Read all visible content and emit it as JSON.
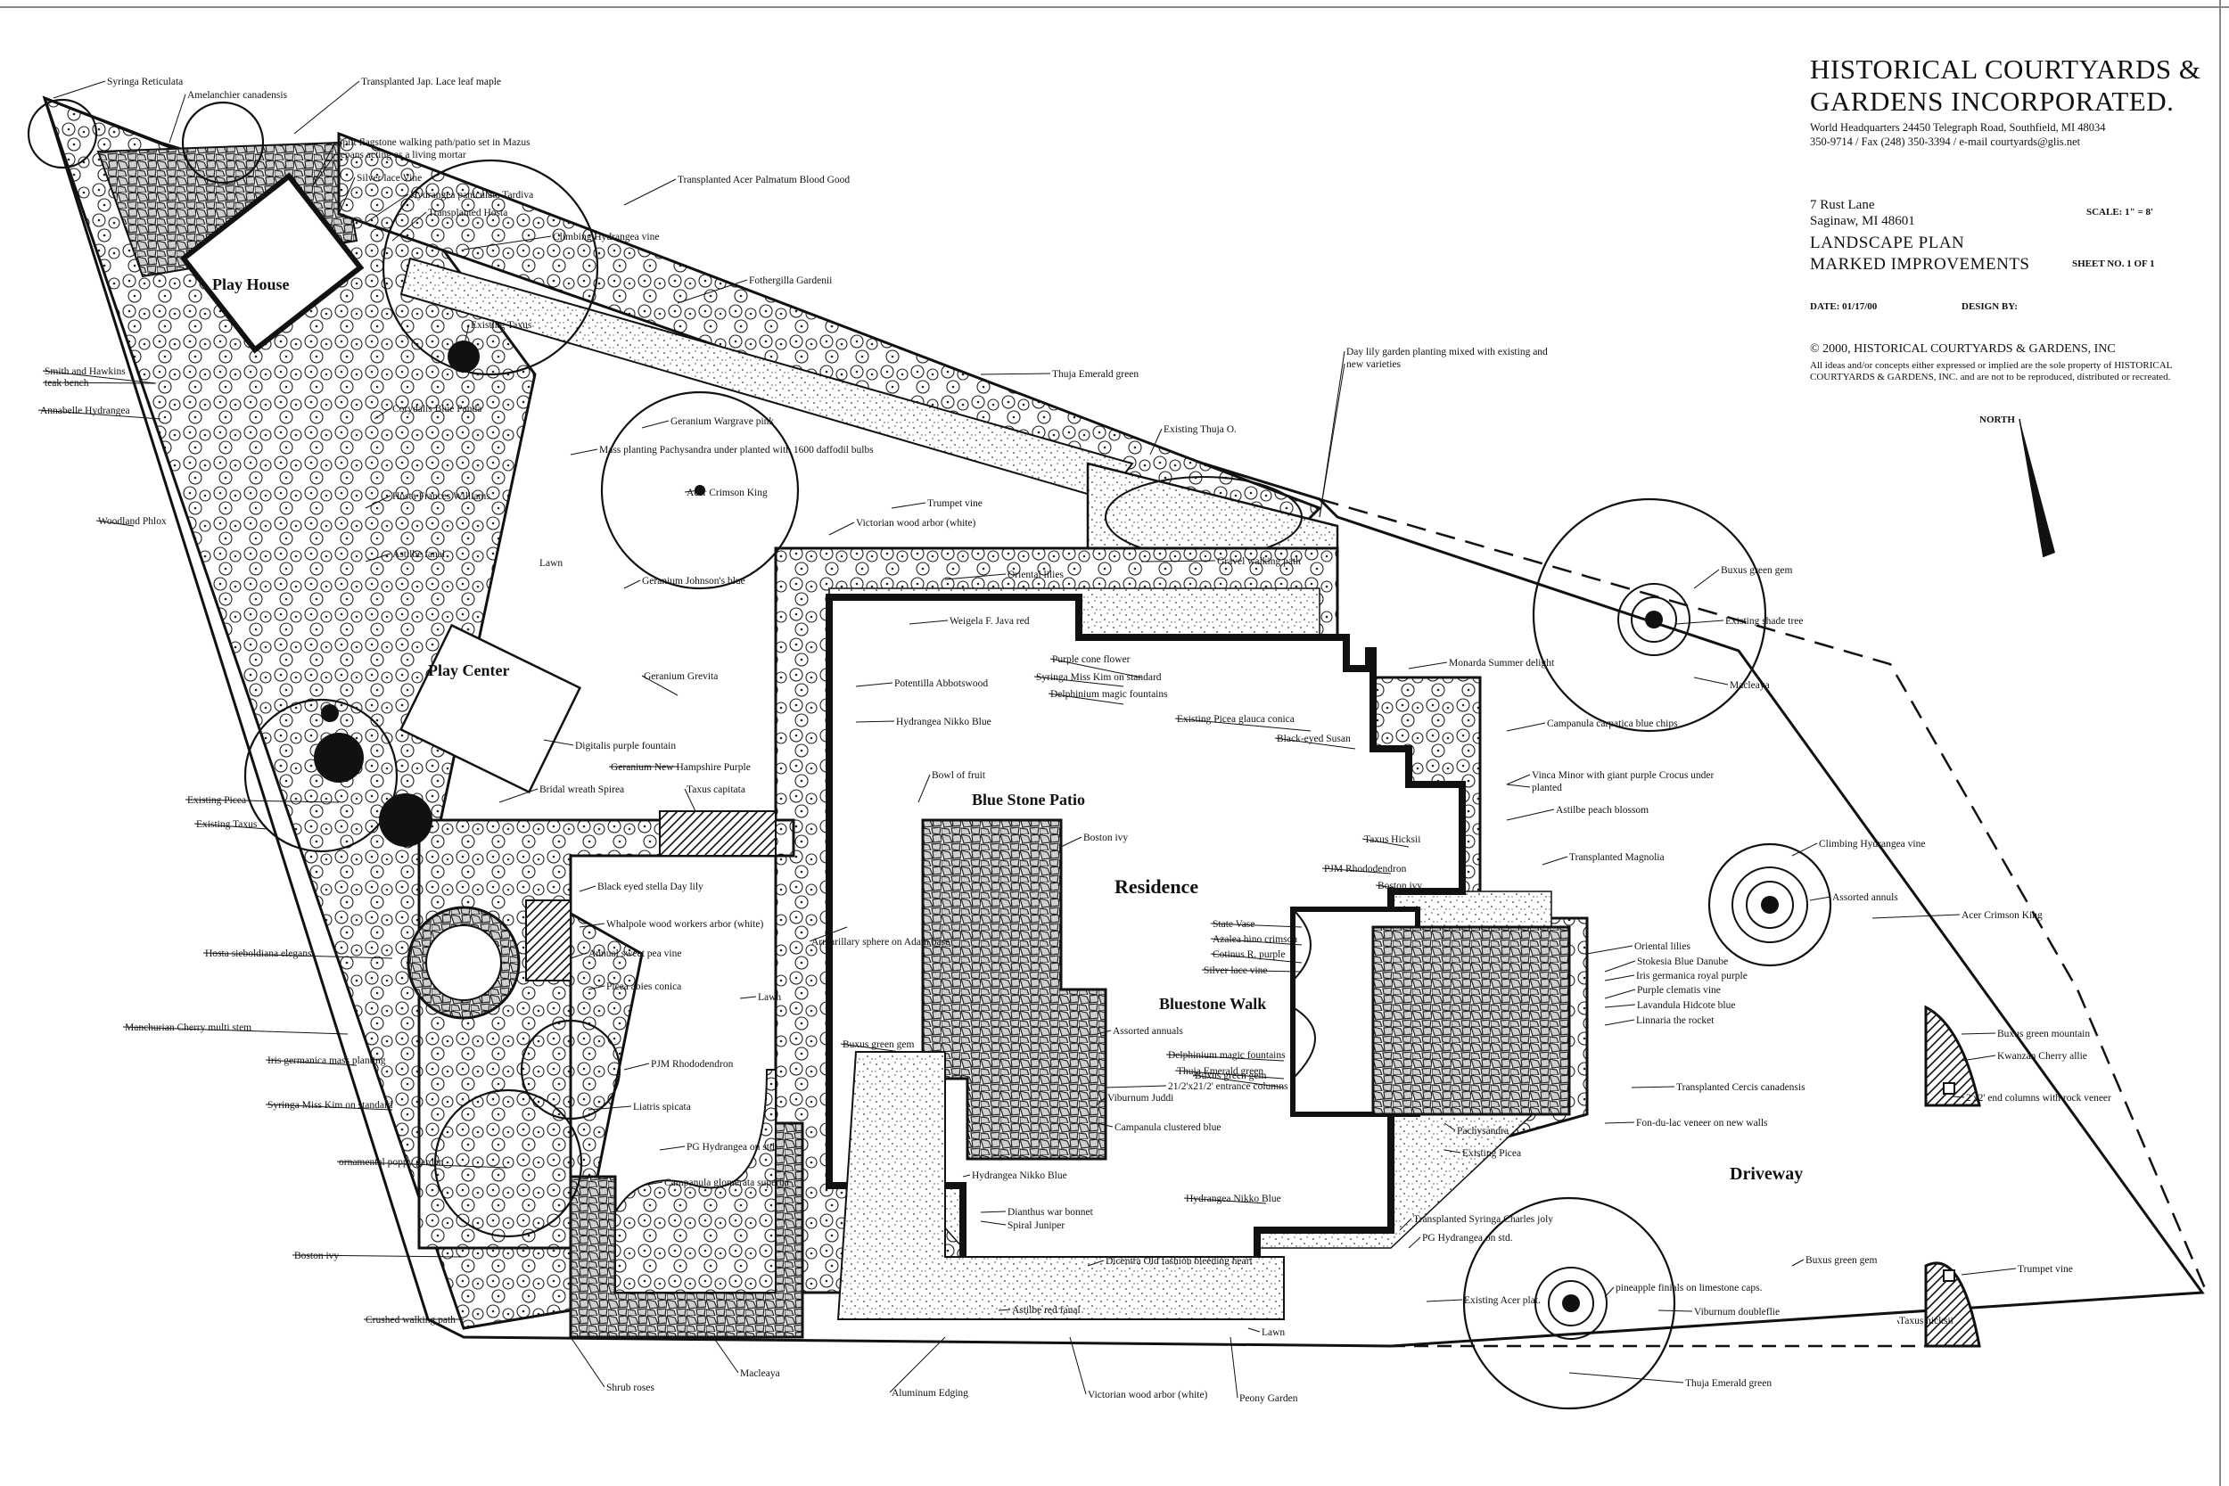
{
  "title_block": {
    "company_line1": "HISTORICAL COURTYARDS &",
    "company_line2": "GARDENS INCORPORATED.",
    "headquarters": "World Headquarters 24450 Telegraph Road, Southfield, MI 48034",
    "phone": "350-9714 / Fax (248) 350-3394 / e-mail courtyards@glis.net",
    "address_line1": "7 Rust Lane",
    "address_line2": "Saginaw, MI 48601",
    "plan_title": "LANDSCAPE PLAN",
    "plan_subtitle": "MARKED IMPROVEMENTS",
    "scale": "SCALE: 1\" = 8'",
    "sheet": "SHEET NO. 1 OF 1",
    "date": "DATE: 01/17/00",
    "design_by": "DESIGN BY:",
    "copyright": "© 2000, HISTORICAL COURTYARDS & GARDENS, INC",
    "rights": "All ideas and/or concepts either expressed or implied are the sole property of HISTORICAL COURTYARDS & GARDENS, INC. and are not to be reproduced, distributed or recreated.",
    "north": "NORTH"
  },
  "areas": {
    "play_house": "Play House",
    "play_center": "Play Center",
    "blue_stone_patio": "Blue Stone Patio",
    "residence": "Residence",
    "bluestone_walk": "Bluestone Walk",
    "driveway": "Driveway",
    "lawn": "Lawn"
  },
  "labels": [
    "Syringa Reticulata",
    "Amelanchier canadensis",
    "Transplanted Jap. Lace leaf maple",
    "Split flagstone walking path/patio set in Mazus",
    "repans acting as a living mortar",
    "Silver lace Vine",
    "Hydrangea paniculata Tardiva",
    "Transplanted Hosta",
    "Climbing Hydrangea vine",
    "Transplanted Acer Palmatum Blood Good",
    "Existing Taxus",
    "Fothergilla Gardenii",
    "Smith and Hawkins",
    "teak bench",
    "Annabelle Hydrangea",
    "Thuja Emerald green",
    "Corydalis Blue Panda",
    "Geranium Wargrave pink",
    "Mass planting Pachysandra under planted with 1600 daffodil bulbs",
    "Day lily garden planting mixed with existing and",
    "new varieties",
    "Existing Thuja O.",
    "Hosta Frances Williams",
    "Acer Crimson King",
    "Woodland Phlox",
    "Trumpet vine",
    "Victorian wood arbor (white)",
    "Astilbe fanal",
    "Geranium Johnson's blue",
    "Gravel walking path",
    "Oriental lilies",
    "Buxus green gem",
    "Weigela F. Java red",
    "Existing shade tree",
    "Purple cone flower",
    "Syringa Miss Kim on standard",
    "Delphinium magic fountains",
    "Geranium Grevita",
    "Potentilla Abbotswood",
    "Monarda Summer delight",
    "Macleaya",
    "Hydrangea Nikko Blue",
    "Existing Picea glauca conica",
    "Campanula carpatica blue chips",
    "Black-eyed Susan",
    "Digitalis purple fountain",
    "Geranium New Hampshire Purple",
    "Vinca Minor with giant purple Crocus under",
    "planted",
    "Bowl of fruit",
    "Bridal wreath Spirea",
    "Taxus capitata",
    "Astilbe peach blossom",
    "Existing Picea",
    "Existing Taxus",
    "Boston ivy",
    "Taxus Hicksii",
    "Climbing Hydrangea vine",
    "Transplanted Magnolia",
    "PJM Rhododendron",
    "Black eyed stella Day lily",
    "Boston ivy",
    "Assorted annuls",
    "Whalpole wood workers arbor (white)",
    "State Vase",
    "Acer Crimson King",
    "Azalea hino crimson",
    "Hosta sieboldiana elegans",
    "Armarillary sphere on Adam base",
    "Cotinus R. purple",
    "Oriental lilies",
    "Silver lace vine",
    "Stokesia Blue Danube",
    "Annual sweet pea vine",
    "Iris germanica royal purple",
    "Lawn",
    "Purple clematis vine",
    "Picea abies conica",
    "Manchurian Cherry multi stem",
    "Lavandula Hidcote blue",
    "Assorted annuals",
    "Buxus green gem",
    "Linnaria the rocket",
    "Delphinium magic fountains",
    "Buxus green mountain",
    "Iris germanica mass planting",
    "Thuja Emerald green",
    "Kwanzan Cherry allie",
    "PJM Rhododendron",
    "Buxus green gem",
    "Transplanted Cercis canadensis",
    "21/2'x21/2' entrance columns",
    "2'x2' end columns with rock veneer",
    "Viburnum Juddi",
    "Syringa Miss Kim on standard",
    "Liatris spicata",
    "Fon-du-lac veneer on new walls",
    "Campanula clustered blue",
    "Pachysandra",
    "PG Hydrangea on std.",
    "Existing Picea",
    "ornamental poppy garden",
    "Campanula glomerata superba",
    "Hydrangea Nikko Blue",
    "Hydrangea Nikko Blue",
    "Dianthus war bonnet",
    "Spiral Juniper",
    "Transplanted Syringa Charles joly",
    "Boston ivy",
    "Dicentra Old fashion bleeding heart",
    "PG Hydrangea on std.",
    "Buxus green gem",
    "pineapple finials on limestone caps.",
    "Trumpet vine",
    "Existing Acer plat.",
    "Viburnum doubleflie",
    "Crushed walking path",
    "Astilbe red fanal",
    "Lawn",
    "Taxus hicksii",
    "Shrub roses",
    "Macleaya",
    "Thuja Emerald green",
    "Aluminum Edging",
    "Victorian wood arbor (white)",
    "Peony Garden"
  ]
}
